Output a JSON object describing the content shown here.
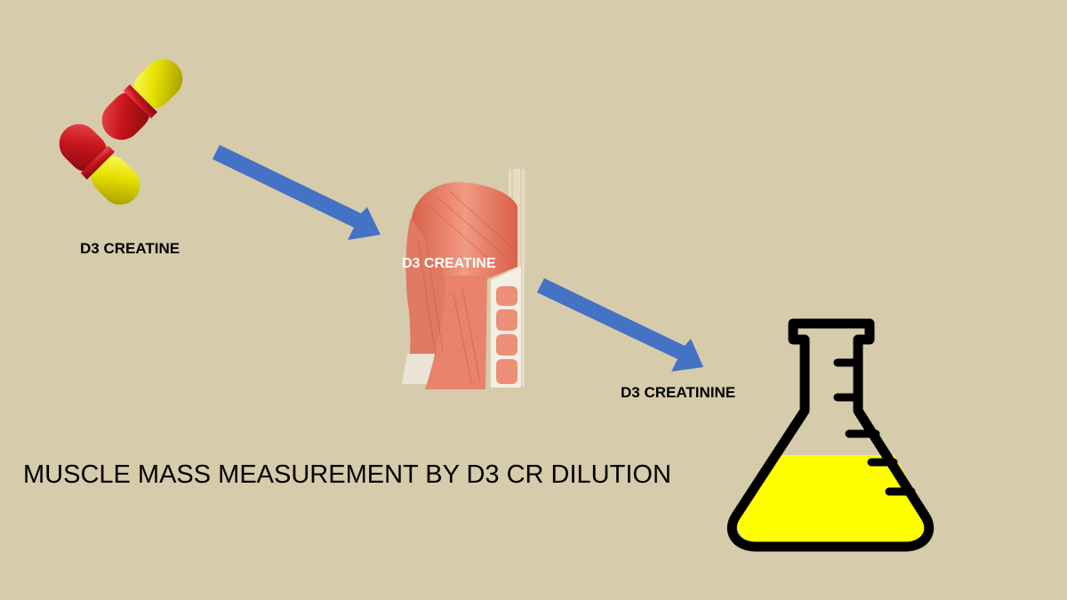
{
  "labels": {
    "capsule_label": "D3 CREATINE",
    "muscle_label": "D3 CREATINE",
    "flask_label": "D3 CREATININE"
  },
  "title": "MUSCLE MASS MEASUREMENT BY D3 CR DILUTION",
  "colors": {
    "background": "#d6cbab",
    "arrow": "#4472c4",
    "capsule_red": "#c8141c",
    "capsule_yellow": "#e6e000",
    "flask_liquid": "#ffff00",
    "muscle": "#e8826a"
  }
}
